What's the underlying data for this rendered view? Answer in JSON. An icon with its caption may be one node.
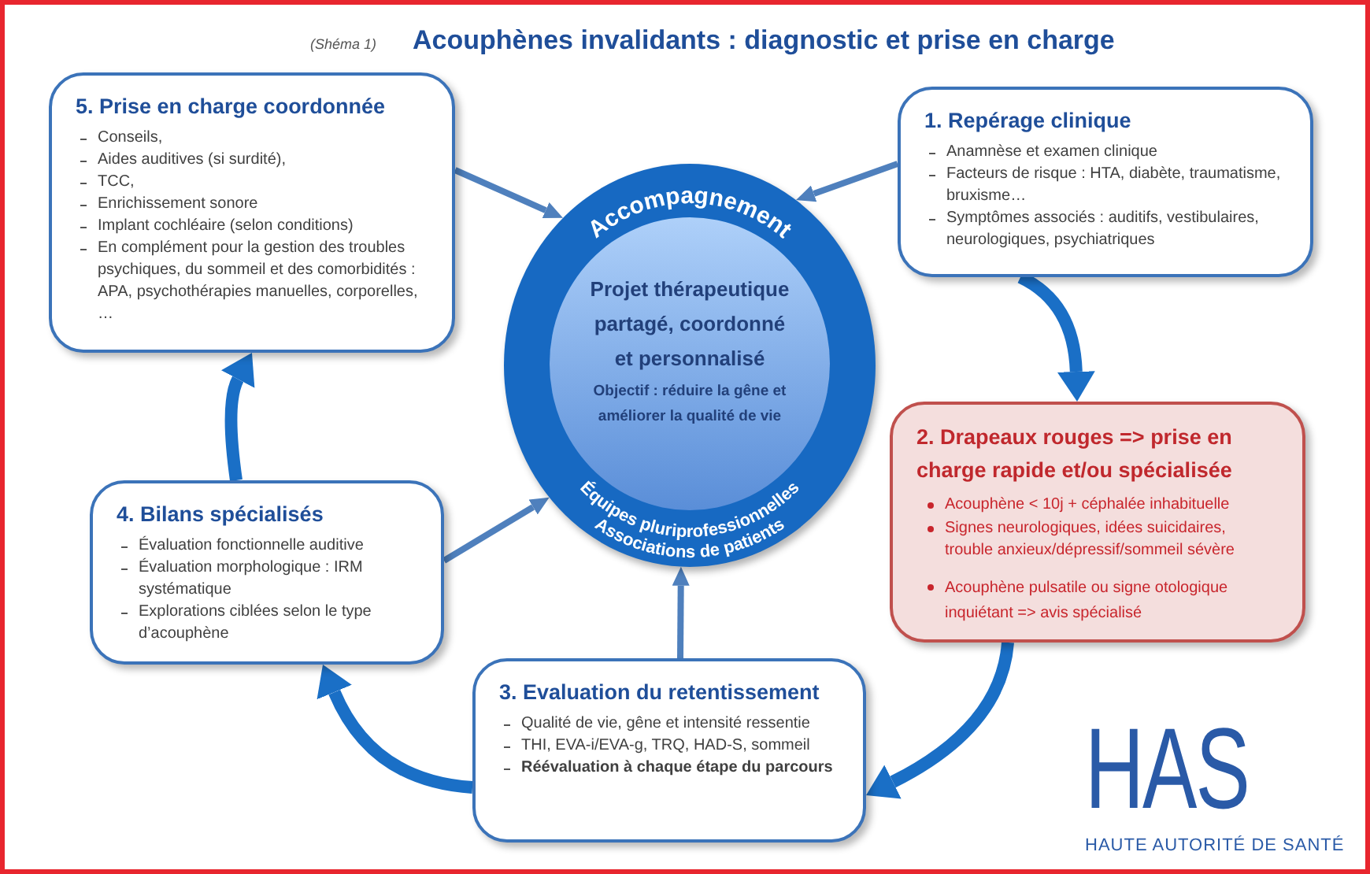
{
  "diagram": {
    "title": "Acouphènes invalidants : diagnostic et prise en charge",
    "nodes": [
      {
        "text": [
          "Accompagnement",
          "Équipes pluriprofessionnelles Associations de patients"
        ]
      },
      {
        "text": [
          "Projet thérapeutique partagé, coordonné et personnalisé",
          "Objectif : réduire la gêne et améliorer la qualité de vie"
        ],
        "in": 0
      },
      {
        "text": [
          "1. Repérage clinique",
          "Anamnèse et examen clinique",
          "Facteurs de risque : HTA, diabète, traumatisme, bruxisme…",
          "Symptômes associés : auditifs, vestibulaires, neurologiques, psychiatriques"
        ]
      },
      {
        "text": [
          "2. Drapeaux rouges => prise en charge rapide et/ou spécialisée",
          "Acouphène < 10j + céphalée inhabituelle",
          "Signes neurologiques, idées suicidaires, trouble anxieux/dépressif/sommeil sévère",
          "Acouphène pulsatile ou signe otologique inquiétant => avis spécialisé"
        ]
      },
      {
        "text": [
          "3. Evaluation du retentissement",
          "Qualité de vie, gêne et intensité ressentie",
          "THI, EVA-i/EVA-g, TRQ, HAD-S, sommeil",
          "Réévaluation à chaque étape du parcours"
        ]
      },
      {
        "text": [
          "4. Bilans spécialisés",
          "Évaluation fonctionnelle auditive",
          "Évaluation morphologique : IRM systématique",
          "Explorations ciblées selon le type d’acouphène"
        ]
      },
      {
        "text": [
          "5. Prise en charge coordonnée",
          "Conseils,",
          "Aides auditives (si surdité),",
          "TCC,",
          "Enrichissement sonore",
          "Implant cochléaire (selon conditions)",
          "En complément pour la gestion des troubles psychiques, du sommeil et des comorbidités : APA, psychothérapies manuelles, corporelles, …"
        ]
      }
    ],
    "edges": [
      {
        "from": 6,
        "to": 0,
        "arrow": "to"
      },
      {
        "from": 2,
        "to": 0,
        "arrow": "to"
      },
      {
        "from": 2,
        "to": 3,
        "arrow": "to",
        "style": "thick",
        "color": "#1a6fc6"
      },
      {
        "from": 3,
        "to": 4,
        "arrow": "to",
        "style": "thick",
        "color": "#1a6fc6"
      },
      {
        "from": 4,
        "to": 0,
        "arrow": "to"
      },
      {
        "from": 4,
        "to": 5,
        "arrow": "to",
        "style": "thick",
        "color": "#1a6fc6"
      },
      {
        "from": 5,
        "to": 0,
        "arrow": "to"
      },
      {
        "from": 5,
        "to": 6,
        "arrow": "to",
        "style": "thick",
        "color": "#1a6fc6"
      }
    ],
    "labels": [
      "(Shéma 1)",
      "HAS",
      "HAUTE AUTORITÉ DE SANTÉ"
    ]
  }
}
